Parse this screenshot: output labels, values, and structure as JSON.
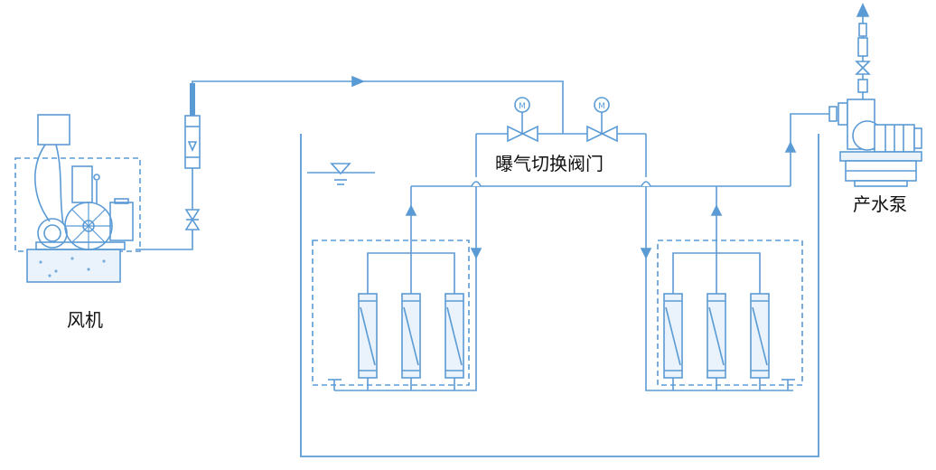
{
  "labels": {
    "blower": "风机",
    "aeration_valve": "曝气切换阀门",
    "product_pump": "产水泵"
  },
  "colors": {
    "line": "#5b9bd5",
    "line_dark": "#4a86c2",
    "fill_light": "#eaf2fb",
    "text": "#111111"
  }
}
